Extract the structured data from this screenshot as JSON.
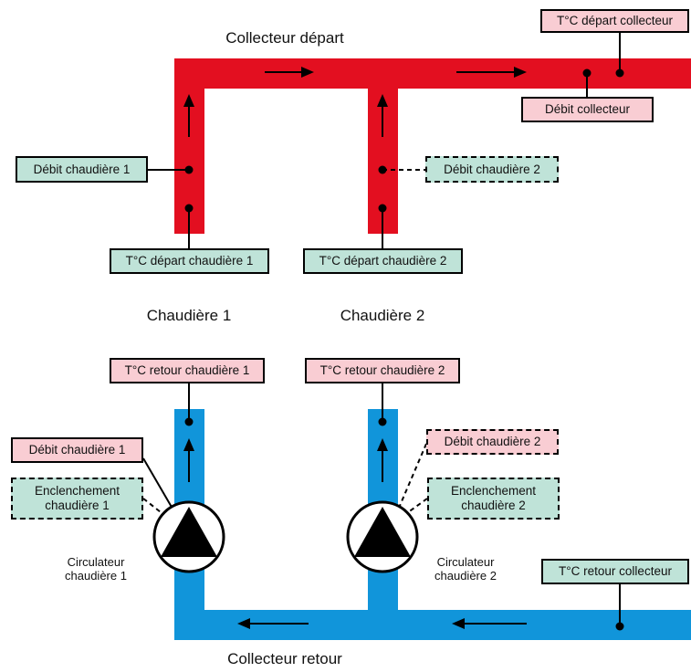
{
  "colors": {
    "supply_pipe": "#e30f20",
    "return_pipe": "#1195da",
    "label_green": "#bfe3d8",
    "label_pink": "#f9cdd3"
  },
  "titles": {
    "supply_header": "Collecteur départ",
    "return_header": "Collecteur retour",
    "boiler_1": "Chaudière 1",
    "boiler_2": "Chaudière 2"
  },
  "labels": {
    "temp_supply_header": "T°C départ collecteur",
    "flow_header": "Débit collecteur",
    "flow_boiler_1_supply": "Débit chaudière 1",
    "flow_boiler_2_supply": "Débit chaudière 2",
    "temp_supply_boiler_1": "T°C départ chaudière 1",
    "temp_supply_boiler_2": "T°C départ chaudière 2",
    "temp_return_boiler_1": "T°C retour chaudière 1",
    "temp_return_boiler_2": "T°C retour chaudière 2",
    "flow_boiler_1_return": "Débit chaudière 1",
    "flow_boiler_2_return": "Débit chaudière 2",
    "enable_boiler_1": [
      "Enclenchement",
      "chaudière 1"
    ],
    "enable_boiler_2": [
      "Enclenchement",
      "chaudière 2"
    ],
    "temp_return_header": "T°C retour collecteur"
  },
  "pumps": {
    "pump_1": [
      "Circulateur",
      "chaudière 1"
    ],
    "pump_2": [
      "Circulateur",
      "chaudière 2"
    ]
  }
}
